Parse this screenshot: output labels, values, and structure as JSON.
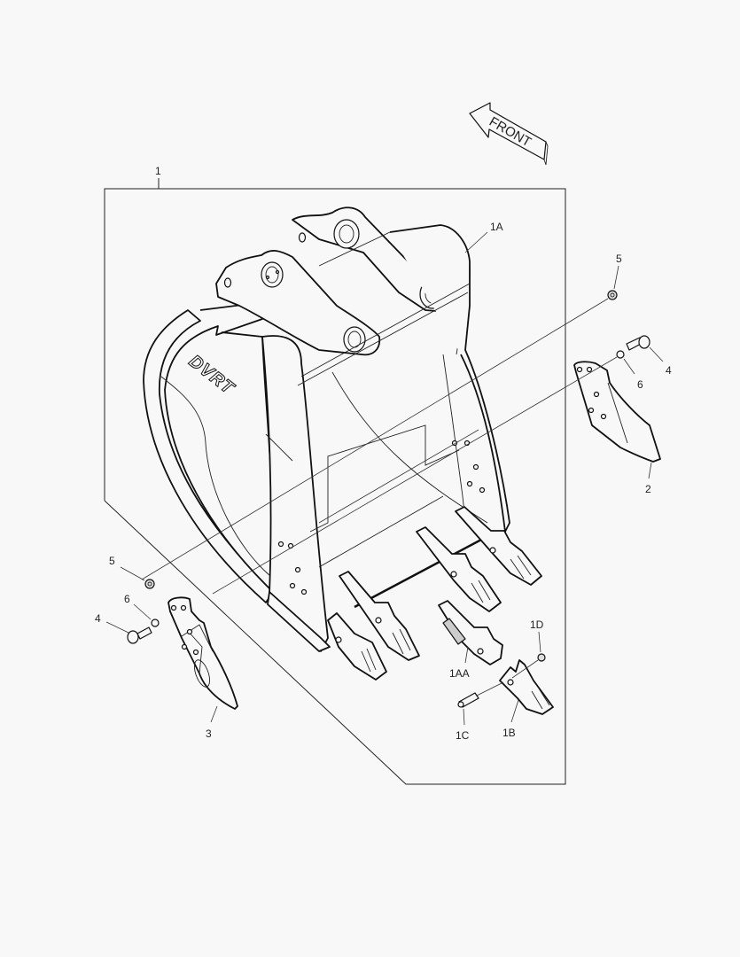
{
  "diagram": {
    "type": "exploded-parts-diagram",
    "subject": "Excavator bucket assembly",
    "background_color": "#f8f8f8",
    "line_color": "#111111",
    "direction_indicator": {
      "label": "FRONT",
      "icon": "arrow-left-icon"
    },
    "bucket_logo": "DVRT",
    "callouts": [
      {
        "id": "1",
        "label": "1",
        "part": "bucket-assembly"
      },
      {
        "id": "1A",
        "label": "1A",
        "part": "bucket-body"
      },
      {
        "id": "1AA",
        "label": "1AA",
        "part": "tooth-adapter"
      },
      {
        "id": "1B",
        "label": "1B",
        "part": "tooth-point"
      },
      {
        "id": "1C",
        "label": "1C",
        "part": "tooth-pin"
      },
      {
        "id": "1D",
        "label": "1D",
        "part": "pin-retainer"
      },
      {
        "id": "2",
        "label": "2",
        "part": "side-cutter-right"
      },
      {
        "id": "3",
        "label": "3",
        "part": "side-cutter-left"
      },
      {
        "id": "4R",
        "label": "4",
        "part": "bolt-right"
      },
      {
        "id": "4L",
        "label": "4",
        "part": "bolt-left"
      },
      {
        "id": "5R",
        "label": "5",
        "part": "nut-right"
      },
      {
        "id": "5L",
        "label": "5",
        "part": "nut-left"
      },
      {
        "id": "6R",
        "label": "6",
        "part": "washer-right"
      },
      {
        "id": "6L",
        "label": "6",
        "part": "washer-left"
      }
    ]
  }
}
